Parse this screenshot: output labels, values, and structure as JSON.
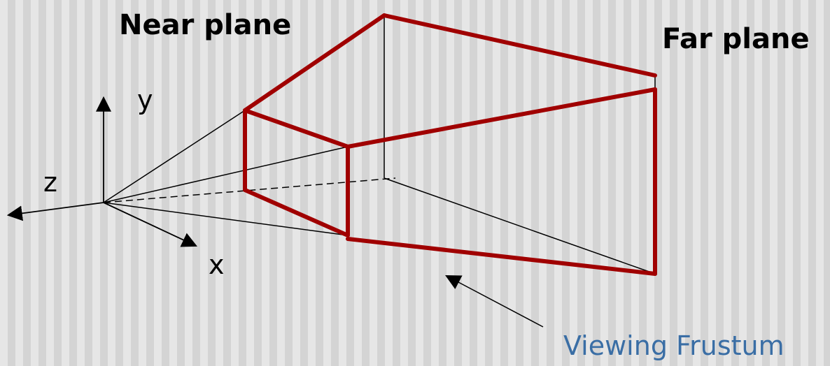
{
  "labels": {
    "near_plane": "Near plane",
    "far_plane": "Far plane",
    "axis_y": "y",
    "axis_z": "z",
    "axis_x": "x",
    "caption": "Viewing Frustum"
  },
  "colors": {
    "frustum": "#a00000",
    "lines": "#000000",
    "caption": "#3a6ea5"
  }
}
